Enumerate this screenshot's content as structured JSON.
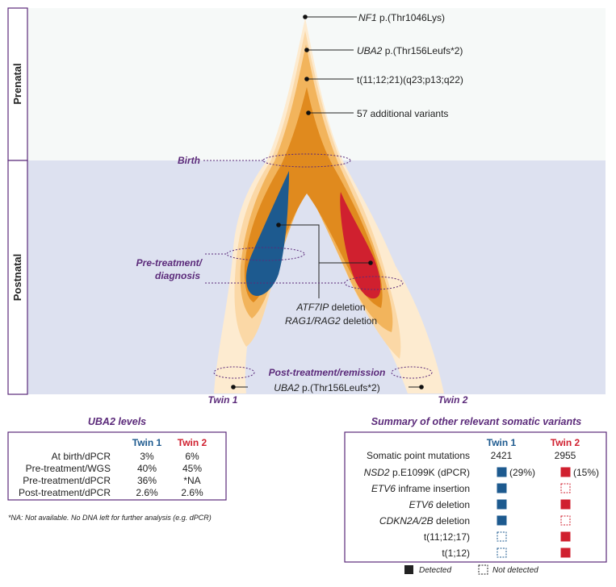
{
  "colors": {
    "purple": "#5b2a7a",
    "twin1_blue": "#1d5a8f",
    "twin2_red": "#d0202f",
    "orange_dark": "#e08a1e",
    "orange_mid": "#f2b45c",
    "orange_light": "#fbd8a6",
    "orange_pale": "#fdebd0",
    "prenatal_bg": "#f6f9f8",
    "postnatal_bg": "#dde1f0"
  },
  "periods": {
    "prenatal": "Prenatal",
    "postnatal": "Postnatal"
  },
  "events": {
    "birth": "Birth",
    "pretreatment_line1": "Pre-treatment/",
    "pretreatment_line2": "diagnosis",
    "posttreatment": "Post-treatment/remission"
  },
  "variants": {
    "nf1_gene": "NF1",
    "nf1_change": "p.(Thr1046Lys)",
    "uba2_gene": "UBA2",
    "uba2_change": "p.(Thr156Leufs*2)",
    "translocation": "t(11;12;21)(q23;p13;q22)",
    "additional": "57 additional variants",
    "atf7ip_gene": "ATF7IP",
    "atf7ip_rest": "deletion",
    "rag_gene": "RAG1/RAG2",
    "rag_rest": "deletion",
    "remission_gene": "UBA2",
    "remission_change": "p.(Thr156Leufs*2)"
  },
  "twins": {
    "twin1": "Twin 1",
    "twin2": "Twin 2"
  },
  "uba2_table": {
    "title": "UBA2 levels",
    "col1": "Twin 1",
    "col2": "Twin 2",
    "rows": [
      {
        "label": "At birth/dPCR",
        "t1": "3%",
        "t2": "6%"
      },
      {
        "label": "Pre-treatment/WGS",
        "t1": "40%",
        "t2": "45%"
      },
      {
        "label": "Pre-treatment/dPCR",
        "t1": "36%",
        "t2": "*NA"
      },
      {
        "label": "Post-treatment/dPCR",
        "t1": "2.6%",
        "t2": "2.6%"
      }
    ],
    "footnote": "*NA: Not available. No DNA left for further analysis (e.g. dPCR)"
  },
  "somatic_table": {
    "title": "Summary of other relevant somatic variants",
    "col1": "Twin 1",
    "col2": "Twin 2",
    "point_label": "Somatic point mutations",
    "point_t1": "2421",
    "point_t2": "2955",
    "rows": [
      {
        "gene": "NSD2",
        "rest": " p.E1099K (dPCR)",
        "t1": true,
        "t2": true,
        "t1_note": "(29%)",
        "t2_note": "(15%)"
      },
      {
        "gene": "ETV6",
        "rest": " inframe insertion",
        "t1": true,
        "t2": false,
        "t1_note": "",
        "t2_note": ""
      },
      {
        "gene": "ETV6",
        "rest": " deletion",
        "t1": true,
        "t2": true,
        "t1_note": "",
        "t2_note": ""
      },
      {
        "gene": "CDKN2A/2B",
        "rest": " deletion",
        "t1": true,
        "t2": false,
        "t1_note": "",
        "t2_note": ""
      },
      {
        "gene": "",
        "rest": "t(11;12;17)",
        "t1": false,
        "t2": true,
        "t1_note": "",
        "t2_note": ""
      },
      {
        "gene": "",
        "rest": "t(1;12)",
        "t1": false,
        "t2": true,
        "t1_note": "",
        "t2_note": ""
      }
    ]
  },
  "legend": {
    "detected": "Detected",
    "not_detected": "Not detected"
  }
}
